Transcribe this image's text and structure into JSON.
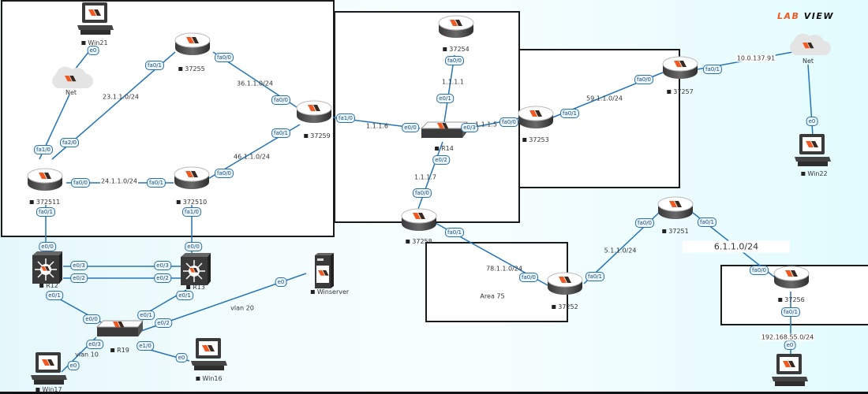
{
  "brand": {
    "part1": "LAB",
    "part2": "VIEW",
    "accent": "#f05a22"
  },
  "colors": {
    "link": "#2574b8",
    "router_body": "#4a4a4a",
    "logo_orange": "#f05a22",
    "logo_dark": "#3a2a22"
  },
  "areas": [
    {
      "id": "area-left",
      "label": ""
    },
    {
      "id": "area-center",
      "label": ""
    },
    {
      "id": "area-right",
      "label": ""
    },
    {
      "id": "area-75",
      "label": "Area 75"
    },
    {
      "id": "area-37256",
      "label": ""
    }
  ],
  "nodes": {
    "win21": {
      "label": "Win21",
      "type": "pc"
    },
    "net_left": {
      "label": "Net",
      "type": "cloud"
    },
    "r37255": {
      "label": "37255",
      "type": "router"
    },
    "r37259": {
      "label": "37259",
      "type": "router"
    },
    "r372511": {
      "label": "372511",
      "type": "router"
    },
    "r372510": {
      "label": "372510",
      "type": "router"
    },
    "r12": {
      "label": "R12",
      "type": "l3switch"
    },
    "r13": {
      "label": "R13",
      "type": "l3switch"
    },
    "r19": {
      "label": "R19",
      "type": "switch"
    },
    "win17": {
      "label": "Win17",
      "type": "pc"
    },
    "win16": {
      "label": "Win16",
      "type": "pc"
    },
    "winserver": {
      "label": "Winserver",
      "type": "server"
    },
    "r37254": {
      "label": "37254",
      "type": "router"
    },
    "r14": {
      "label": "R14",
      "type": "switch"
    },
    "r37258": {
      "label": "37258",
      "type": "router"
    },
    "r37253": {
      "label": "37253",
      "type": "router"
    },
    "r37257": {
      "label": "37257",
      "type": "router"
    },
    "net_right": {
      "label": "Net",
      "type": "cloud"
    },
    "win22": {
      "label": "Win22",
      "type": "pc"
    },
    "r37252": {
      "label": "37252",
      "type": "router"
    },
    "r37251": {
      "label": "37251",
      "type": "router"
    },
    "r37256": {
      "label": "37256",
      "type": "router"
    },
    "pc_bottom": {
      "label": "",
      "type": "pc"
    }
  },
  "ports": {
    "win21_e0": "e0",
    "r37255_fa01": "fa0/1",
    "r37255_fa00": "fa0/0",
    "r37259_fa00": "fa0/0",
    "r37259_fa01": "fa0/1",
    "r37259_fa10": "fa1/0",
    "r372511_fa10": "fa1/0",
    "r372511_fa20": "fa2/0",
    "r372511_fa00": "fa0/0",
    "r372511_fa01": "fa0/1",
    "r372510_fa01": "fa0/1",
    "r372510_fa00": "fa0/0",
    "r372510_fa10": "fa1/0",
    "r12_e00": "e0/0",
    "r12_e03": "e0/3",
    "r12_e02": "e0/2",
    "r12_e01": "e0/1",
    "r13_e00": "e0/0",
    "r13_e03": "e0/3",
    "r13_e02": "e0/2",
    "r13_e01": "e0/1",
    "r19_e00": "e0/0",
    "r19_e01": "e0/1",
    "r19_e02": "e0/2",
    "r19_e03": "e0/3",
    "r19_e10": "e1/0",
    "win17_e0": "e0",
    "win16_e0": "e0",
    "winserver_e0": "e0",
    "r37254_fa00": "fa0/0",
    "r14_e01": "e0/1",
    "r14_e00": "e0/0",
    "r14_e03": "e0/3",
    "r14_e02": "e0/2",
    "r37258_fa00": "fa0/0",
    "r37258_fa01": "fa0/1",
    "r37253_fa00": "fa0/0",
    "r37253_fa01": "fa0/1",
    "r37257_fa00": "fa0/0",
    "r37257_fa01": "fa0/1",
    "win22_e0": "e0",
    "r37252_fa00": "fa0/0",
    "r37252_fa01": "fa0/1",
    "r37251_fa00": "fa0/0",
    "r37251_fa01": "fa0/1",
    "r37256_fa00": "fa0/0",
    "r37256_fa01": "fa0/1",
    "pcb_e0": "e0"
  },
  "network_labels": {
    "n23": "23.1.1.0/24",
    "n36": "36.1.1.0/24",
    "n46": "46.1.1.0/24",
    "n24": "24.1.1.0/24",
    "vlan20": "vlan 20",
    "vlan10": "vlan 10",
    "ip1111": "1.1.1.1",
    "ip1116": "1.1.1.6",
    "ip1115": "1.1.1.5",
    "ip1117": "1.1.1.7",
    "n59": "59.1.1.0/24",
    "n10": "10.0.137.91",
    "n78": "78.1.1.0/24",
    "n5": "5.1.1.0/24",
    "n6": "6.1.1.0/24",
    "n192": "192.168.55.0/24"
  }
}
